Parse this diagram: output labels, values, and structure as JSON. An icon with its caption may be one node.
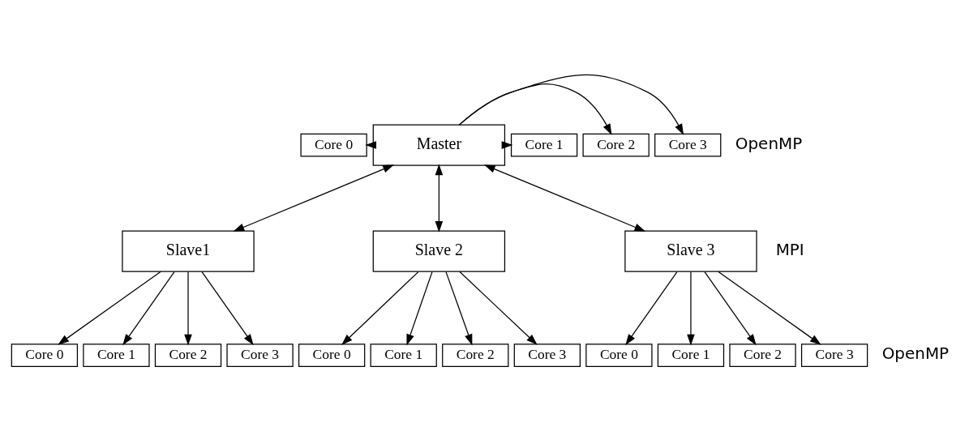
{
  "diagram": {
    "nodes": [
      {
        "text": [
          "Core 0"
        ]
      },
      {
        "text": [
          "Core 1"
        ]
      },
      {
        "text": [
          "Core 2"
        ]
      },
      {
        "text": [
          "Core 3"
        ]
      },
      {
        "text": [
          "Master"
        ]
      },
      {
        "text": [
          "Slave1"
        ]
      },
      {
        "text": [
          "Slave 2"
        ]
      },
      {
        "text": [
          "Slave 3"
        ]
      },
      {
        "text": [
          "Core 0"
        ]
      },
      {
        "text": [
          "Core 1"
        ]
      },
      {
        "text": [
          "Core 2"
        ]
      },
      {
        "text": [
          "Core 3"
        ]
      },
      {
        "text": [
          "Core 0"
        ]
      },
      {
        "text": [
          "Core 1"
        ]
      },
      {
        "text": [
          "Core 2"
        ]
      },
      {
        "text": [
          "Core 3"
        ]
      },
      {
        "text": [
          "Core 0"
        ]
      },
      {
        "text": [
          "Core 1"
        ]
      },
      {
        "text": [
          "Core 2"
        ]
      },
      {
        "text": [
          "Core 3"
        ]
      }
    ],
    "edges": [
      {
        "from": 4,
        "to": 0,
        "arrow": "to"
      },
      {
        "from": 4,
        "to": 1,
        "arrow": "to"
      },
      {
        "from": 4,
        "to": 2,
        "arrow": "to"
      },
      {
        "from": 4,
        "to": 3,
        "arrow": "to"
      },
      {
        "from": 4,
        "to": 5,
        "arrow": "both"
      },
      {
        "from": 4,
        "to": 6,
        "arrow": "both"
      },
      {
        "from": 4,
        "to": 7,
        "arrow": "both"
      },
      {
        "from": 5,
        "to": 8,
        "arrow": "to"
      },
      {
        "from": 5,
        "to": 9,
        "arrow": "to"
      },
      {
        "from": 5,
        "to": 10,
        "arrow": "to"
      },
      {
        "from": 5,
        "to": 11,
        "arrow": "to"
      },
      {
        "from": 6,
        "to": 12,
        "arrow": "to"
      },
      {
        "from": 6,
        "to": 13,
        "arrow": "to"
      },
      {
        "from": 6,
        "to": 14,
        "arrow": "to"
      },
      {
        "from": 6,
        "to": 15,
        "arrow": "to"
      },
      {
        "from": 7,
        "to": 16,
        "arrow": "to"
      },
      {
        "from": 7,
        "to": 17,
        "arrow": "to"
      },
      {
        "from": 7,
        "to": 18,
        "arrow": "to"
      },
      {
        "from": 7,
        "to": 19,
        "arrow": "to"
      }
    ],
    "labels": [
      "OpenMP",
      "MPI",
      "OpenMP"
    ]
  }
}
